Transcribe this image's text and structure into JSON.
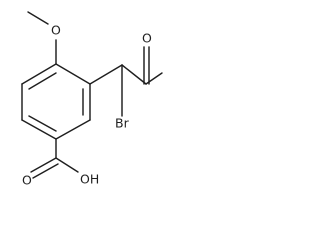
{
  "molecule": {
    "atom_labels": {
      "methoxy_oxygen": "O",
      "ketone_oxygen": "O",
      "bromine": "Br",
      "hydroxyl": "OH",
      "carbonyl_oxygen": "O"
    }
  }
}
